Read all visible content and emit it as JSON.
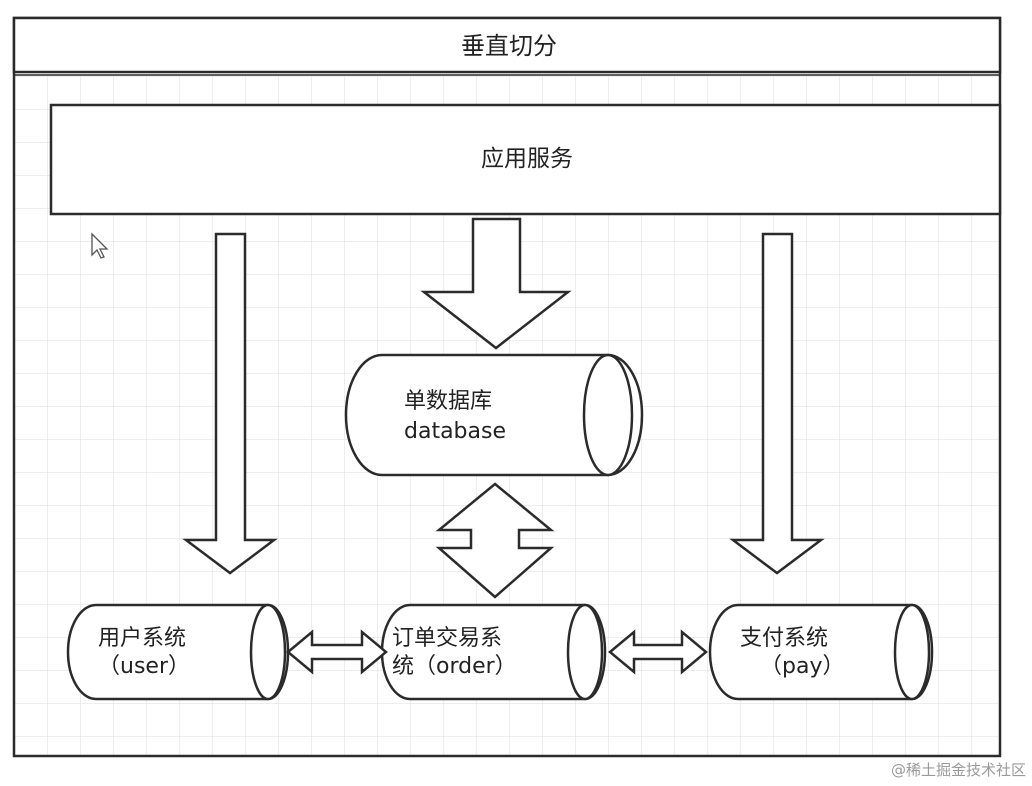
{
  "title": "垂直切分",
  "app_service": {
    "label": "应用服务"
  },
  "database": {
    "line1": "单数据库",
    "line2": "database"
  },
  "user_system": {
    "line1": "用户系统",
    "line2": "（user）"
  },
  "order_system": {
    "line1": "订单交易系",
    "line2": "统（order）"
  },
  "pay_system": {
    "line1": "支付系统",
    "line2": "（pay）"
  },
  "watermark": "@稀土掘金技术社区",
  "colors": {
    "stroke": "#2b2b2b",
    "fill": "#ffffff",
    "grid": "#e3e3e3",
    "text": "#222222",
    "watermark": "#9a9a9a"
  },
  "icons": {
    "cursor": "mouse-pointer-icon"
  }
}
